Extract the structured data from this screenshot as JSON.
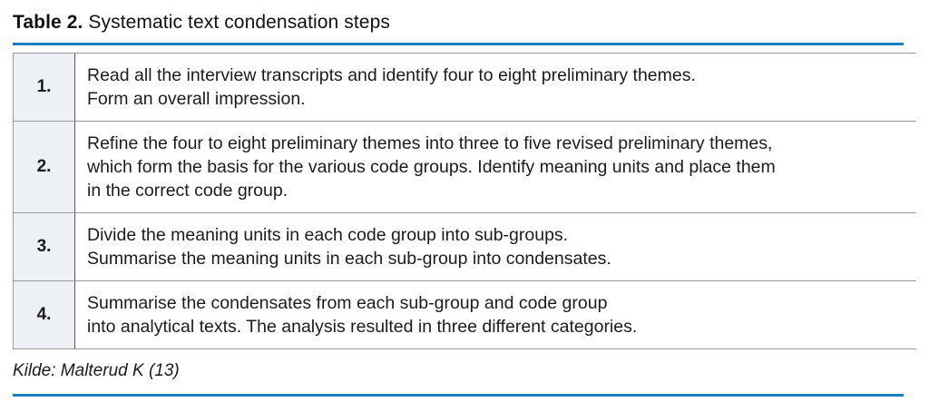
{
  "title": {
    "label": "Table 2.",
    "text": " Systematic text condensation steps"
  },
  "table": {
    "rows": [
      {
        "num": "1.",
        "text": "Read all the interview transcripts and identify four to eight preliminary themes.\nForm an overall impression."
      },
      {
        "num": "2.",
        "text": "Refine the four to eight preliminary themes into three to five revised preliminary themes,\nwhich form the basis for the various code groups. Identify meaning units and place them\nin the correct code group."
      },
      {
        "num": "3.",
        "text": "Divide the meaning units in each code group into sub-groups.\nSummarise the meaning units in each sub-group into condensates."
      },
      {
        "num": "4.",
        "text": "Summarise the condensates from each sub-group and code group\ninto analytical texts. The analysis resulted in three different categories."
      }
    ]
  },
  "source": "Kilde: Malterud K (13)",
  "colors": {
    "accent_blue": "#1b7fc4",
    "row_border": "#9b9b9b",
    "num_separator": "#555555",
    "num_cell_bg": "#edf0f4",
    "text": "#1c1c1c"
  }
}
